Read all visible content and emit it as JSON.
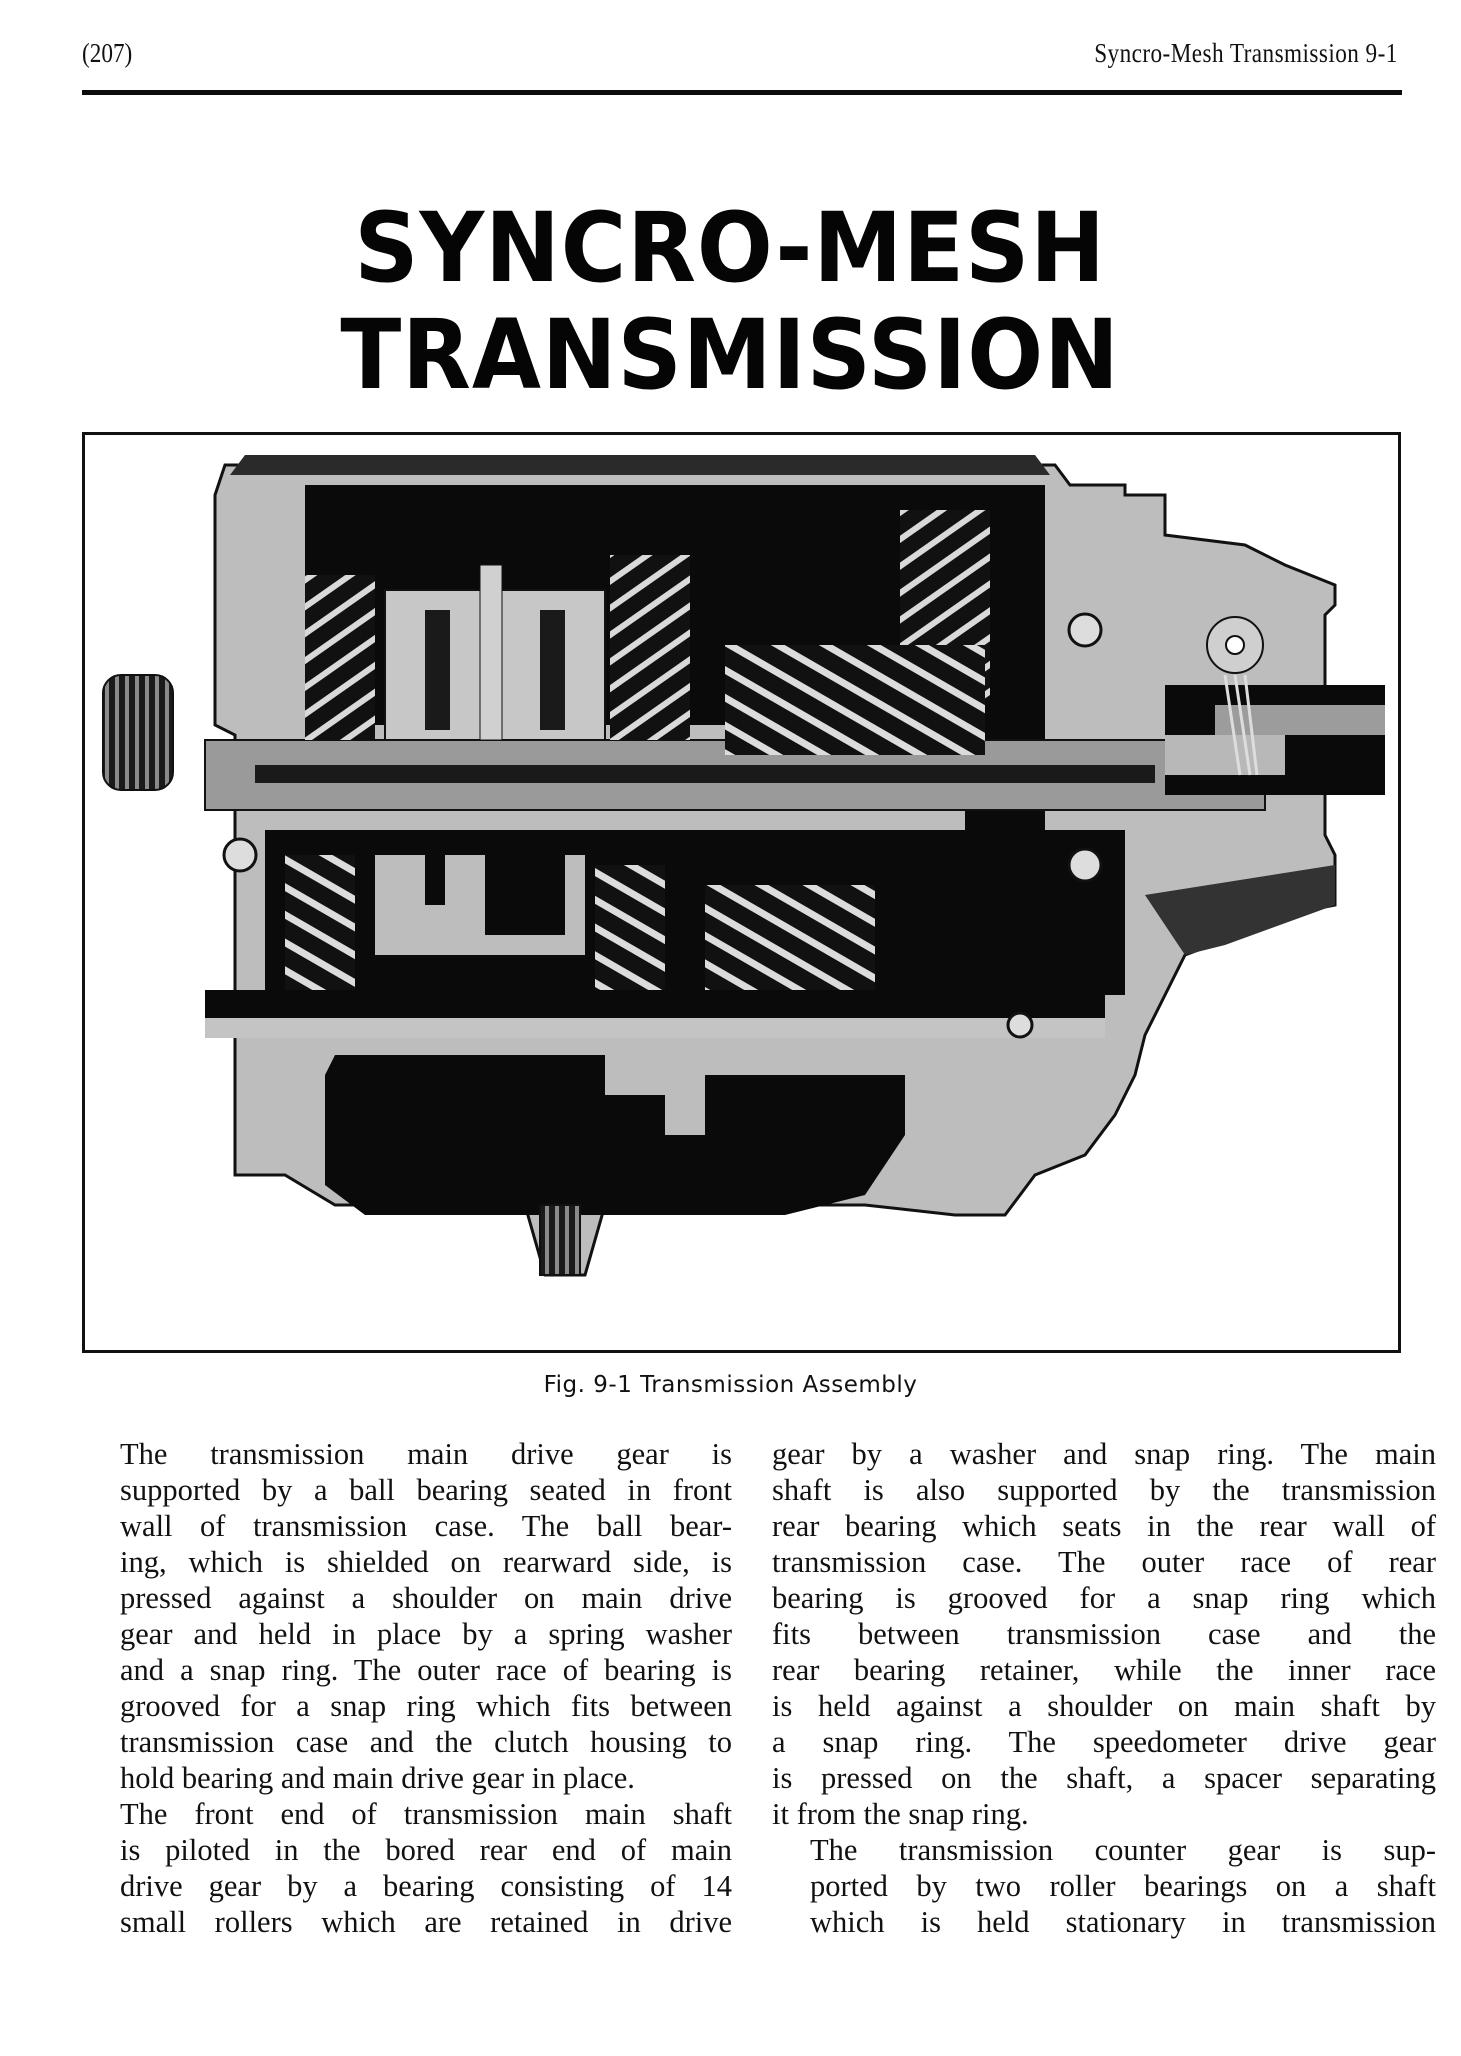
{
  "running_head": {
    "page_number": "(207)",
    "section": "Syncro-Mesh Transmission  9-1"
  },
  "title": {
    "line1": "SYNCRO-MESH",
    "line2": "TRANSMISSION"
  },
  "figure": {
    "caption": "Fig. 9-1  Transmission Assembly",
    "illustration": "transmission-cutaway-illustration",
    "colors": {
      "dark": "#0a0a0a",
      "metal": "#b9b9b9",
      "metal_light": "#d6d6d6",
      "frame": "#111111"
    }
  },
  "body": {
    "left_column": {
      "paragraphs": [
        {
          "lines": [
            "The transmission main drive gear is",
            "supported by a ball bearing seated in front",
            "wall of transmission case.  The ball bear-",
            "ing, which is shielded on rearward side, is",
            "pressed against a shoulder on main drive",
            "gear and held in place by a spring washer",
            "and a snap ring. The outer race of bearing is",
            "grooved for a snap ring which fits between",
            "transmission case and the clutch housing to",
            "hold bearing and main drive gear in place."
          ]
        },
        {
          "lines": [
            "The front end of transmission main shaft",
            "is piloted in the bored rear end of main",
            "drive gear by a bearing consisting of 14",
            "small rollers which are retained in drive"
          ]
        }
      ]
    },
    "right_column": {
      "paragraphs": [
        {
          "lines": [
            "gear by a washer and snap ring. The main",
            "shaft is also supported by the transmission",
            "rear bearing which seats in the rear wall of",
            "transmission case.  The outer race of rear",
            "bearing is grooved for a snap ring which",
            "fits between transmission case and the",
            "rear bearing retainer, while the inner race",
            "is held against a shoulder on main shaft by",
            "a snap ring.  The speedometer drive gear",
            "is pressed on the shaft, a spacer separating",
            "it from the snap ring."
          ]
        },
        {
          "lines": [
            "The transmission counter gear is sup-",
            "ported by two roller bearings on a shaft",
            "which is held stationary in transmission"
          ]
        }
      ]
    }
  }
}
